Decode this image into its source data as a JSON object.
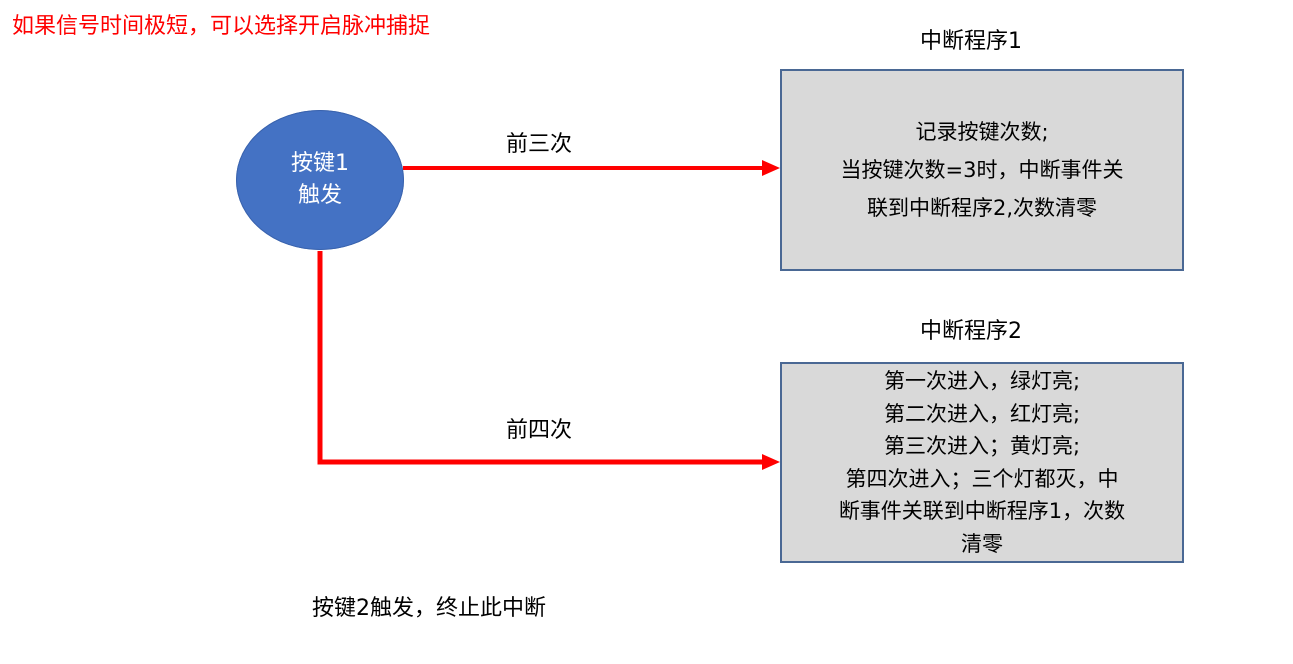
{
  "note": "如果信号时间极短，可以选择开启脉冲捕捉",
  "trigger": {
    "line1": "按键1",
    "line2": "触发"
  },
  "edges": {
    "first_three": "前三次",
    "first_four": "前四次"
  },
  "isr1": {
    "title": "中断程序1",
    "lines": [
      "记录按键次数;",
      "当按键次数=3时，中断事件关",
      "联到中断程序2,次数清零"
    ]
  },
  "isr2": {
    "title": "中断程序2",
    "lines": [
      "第一次进入，绿灯亮;",
      "第二次进入，红灯亮;",
      "第三次进入；黄灯亮;",
      "第四次进入；三个灯都灭，中",
      "断事件关联到中断程序1，次数",
      "清零"
    ]
  },
  "footer": "按键2触发，终止此中断",
  "colors": {
    "note": "#ff0000",
    "arrow": "#ff0000",
    "circle": "#4472c4",
    "box_fill": "#d9d9d9",
    "box_border": "#4a6894"
  }
}
